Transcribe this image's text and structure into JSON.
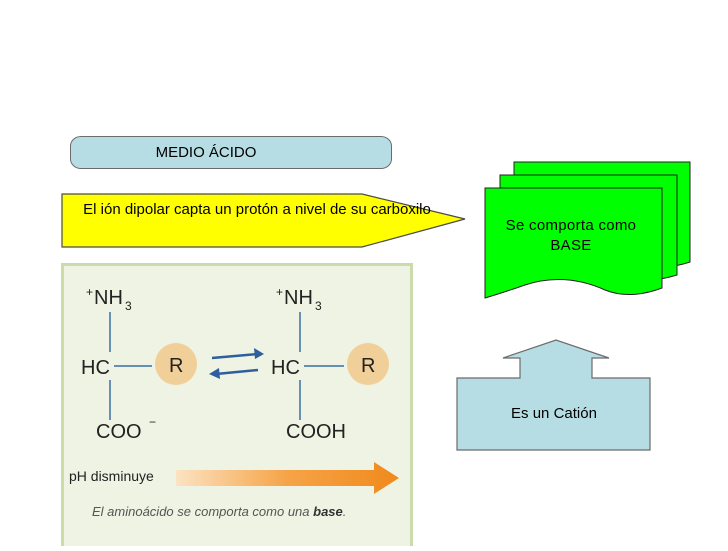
{
  "medio_acido": "MEDIO ÁCIDO",
  "yellow_arrow_text": "El ión dipolar capta un protón a nivel de su carboxilo",
  "base_box_text": "Se comporta como BASE",
  "cation_box_text": "Es un Catión",
  "figure": {
    "left_top_charge": "+",
    "left_top_group": "NH",
    "left_top_sub": "3",
    "left_mid": "HC",
    "left_bottom": "COO",
    "left_bottom_charge": "−",
    "r_label_left": "R",
    "right_top_charge": "+",
    "right_top_group": "NH",
    "right_top_sub": "3",
    "right_mid": "HC",
    "right_bottom": "COOH",
    "r_label_right": "R",
    "ph_label": "pH disminuye",
    "caption_prefix": "El aminoácido se comporta como una ",
    "caption_bold": "base",
    "caption_suffix": "."
  },
  "colors": {
    "medio_fill": "#b7dde4",
    "yellow_fill": "#ffff00",
    "green_fill": "#00ff00",
    "cation_fill": "#b7dde4",
    "r_circle": "#f0cf99",
    "arrow_blue": "#2f5e9e"
  }
}
